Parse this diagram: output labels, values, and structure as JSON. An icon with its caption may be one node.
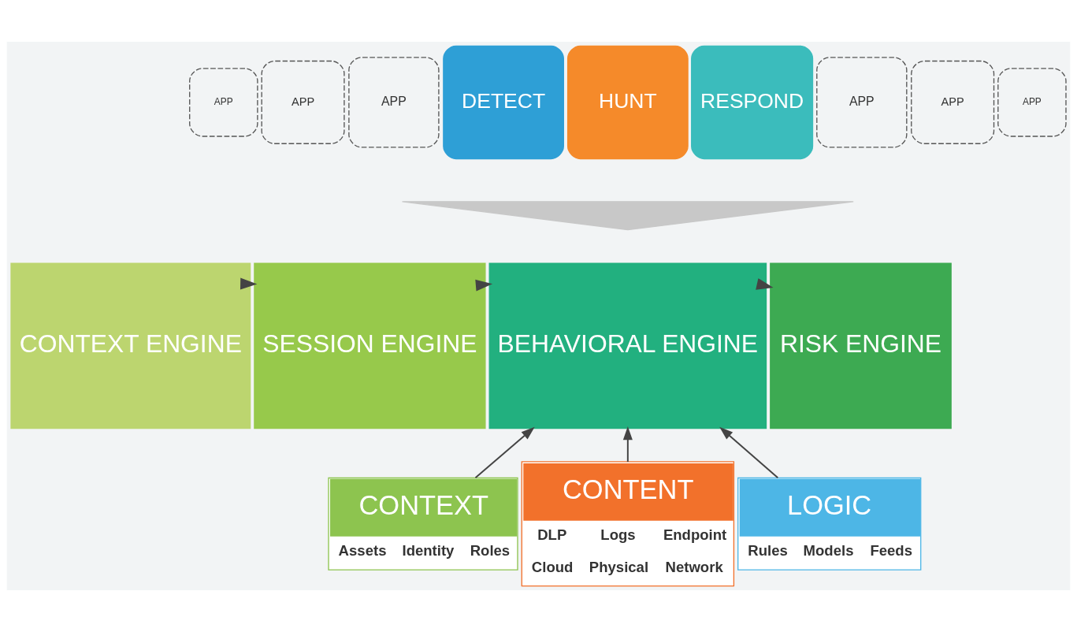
{
  "diagram": {
    "nodes": [
      {
        "text": [
          "APP"
        ]
      },
      {
        "text": [
          "APP"
        ]
      },
      {
        "text": [
          "APP"
        ]
      },
      {
        "text": [
          "DETECT"
        ]
      },
      {
        "text": [
          "HUNT"
        ]
      },
      {
        "text": [
          "RESPOND"
        ]
      },
      {
        "text": [
          "APP"
        ]
      },
      {
        "text": [
          "APP"
        ]
      },
      {
        "text": [
          "APP"
        ]
      },
      {
        "text": [],
        "shape": "triangle"
      },
      {
        "text": [
          "CONTEXT ENGINE"
        ]
      },
      {
        "text": [
          "SESSION ENGINE"
        ]
      },
      {
        "text": [
          "BEHAVIORAL ENGINE"
        ]
      },
      {
        "text": [
          "RISK ENGINE"
        ]
      },
      {
        "text": [
          "CONTEXT",
          "Assets",
          "Identity",
          "Roles"
        ]
      },
      {
        "text": [
          "CONTENT",
          "DLP",
          "Logs",
          "Endpoint",
          "Cloud",
          "Physical",
          "Network"
        ]
      },
      {
        "text": [
          "LOGIC",
          "Rules",
          "Models",
          "Feeds"
        ]
      }
    ],
    "edges": [
      {
        "from": 10,
        "to": 11,
        "arrow": "to"
      },
      {
        "from": 11,
        "to": 12,
        "arrow": "to"
      },
      {
        "from": 12,
        "to": 13,
        "arrow": "to"
      },
      {
        "from": 14,
        "to": 12,
        "arrow": "to"
      },
      {
        "from": 15,
        "to": 12,
        "arrow": "to"
      },
      {
        "from": 16,
        "to": 12,
        "arrow": "to"
      }
    ]
  }
}
